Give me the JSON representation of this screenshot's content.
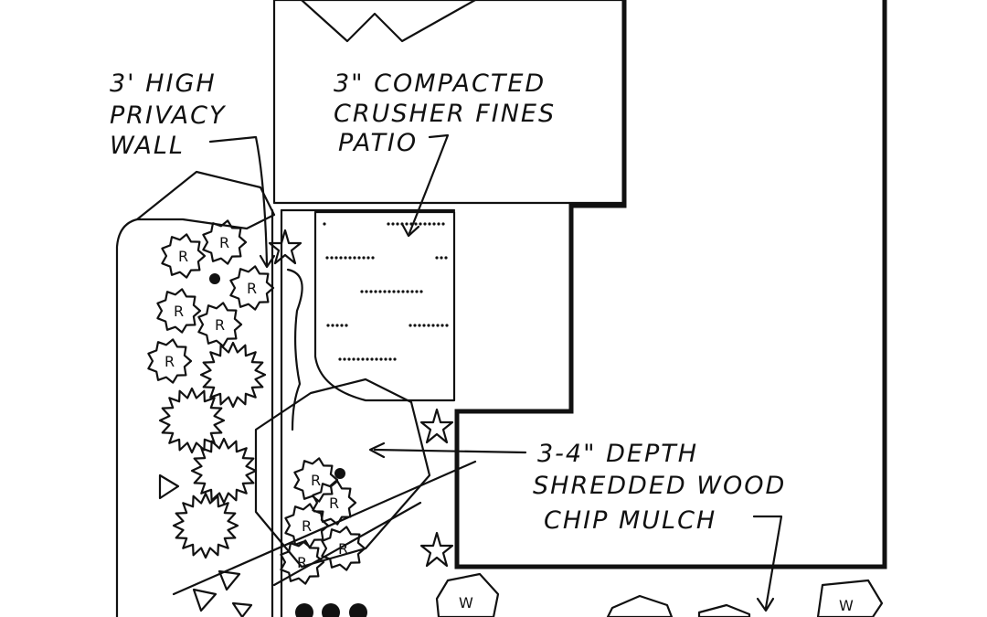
{
  "title": "Landscape planting plan sketch",
  "labels": {
    "wall": [
      "3' HIGH",
      "PRIVACY",
      "WALL"
    ],
    "patio": [
      "3\" COMPACTED",
      "CRUSHER FINES",
      "PATIO"
    ],
    "mulch": [
      "3-4\" DEPTH",
      "SHREDDED WOOD",
      "CHIP MULCH"
    ]
  },
  "plant_codes": {
    "rose": "R",
    "w": "W"
  }
}
